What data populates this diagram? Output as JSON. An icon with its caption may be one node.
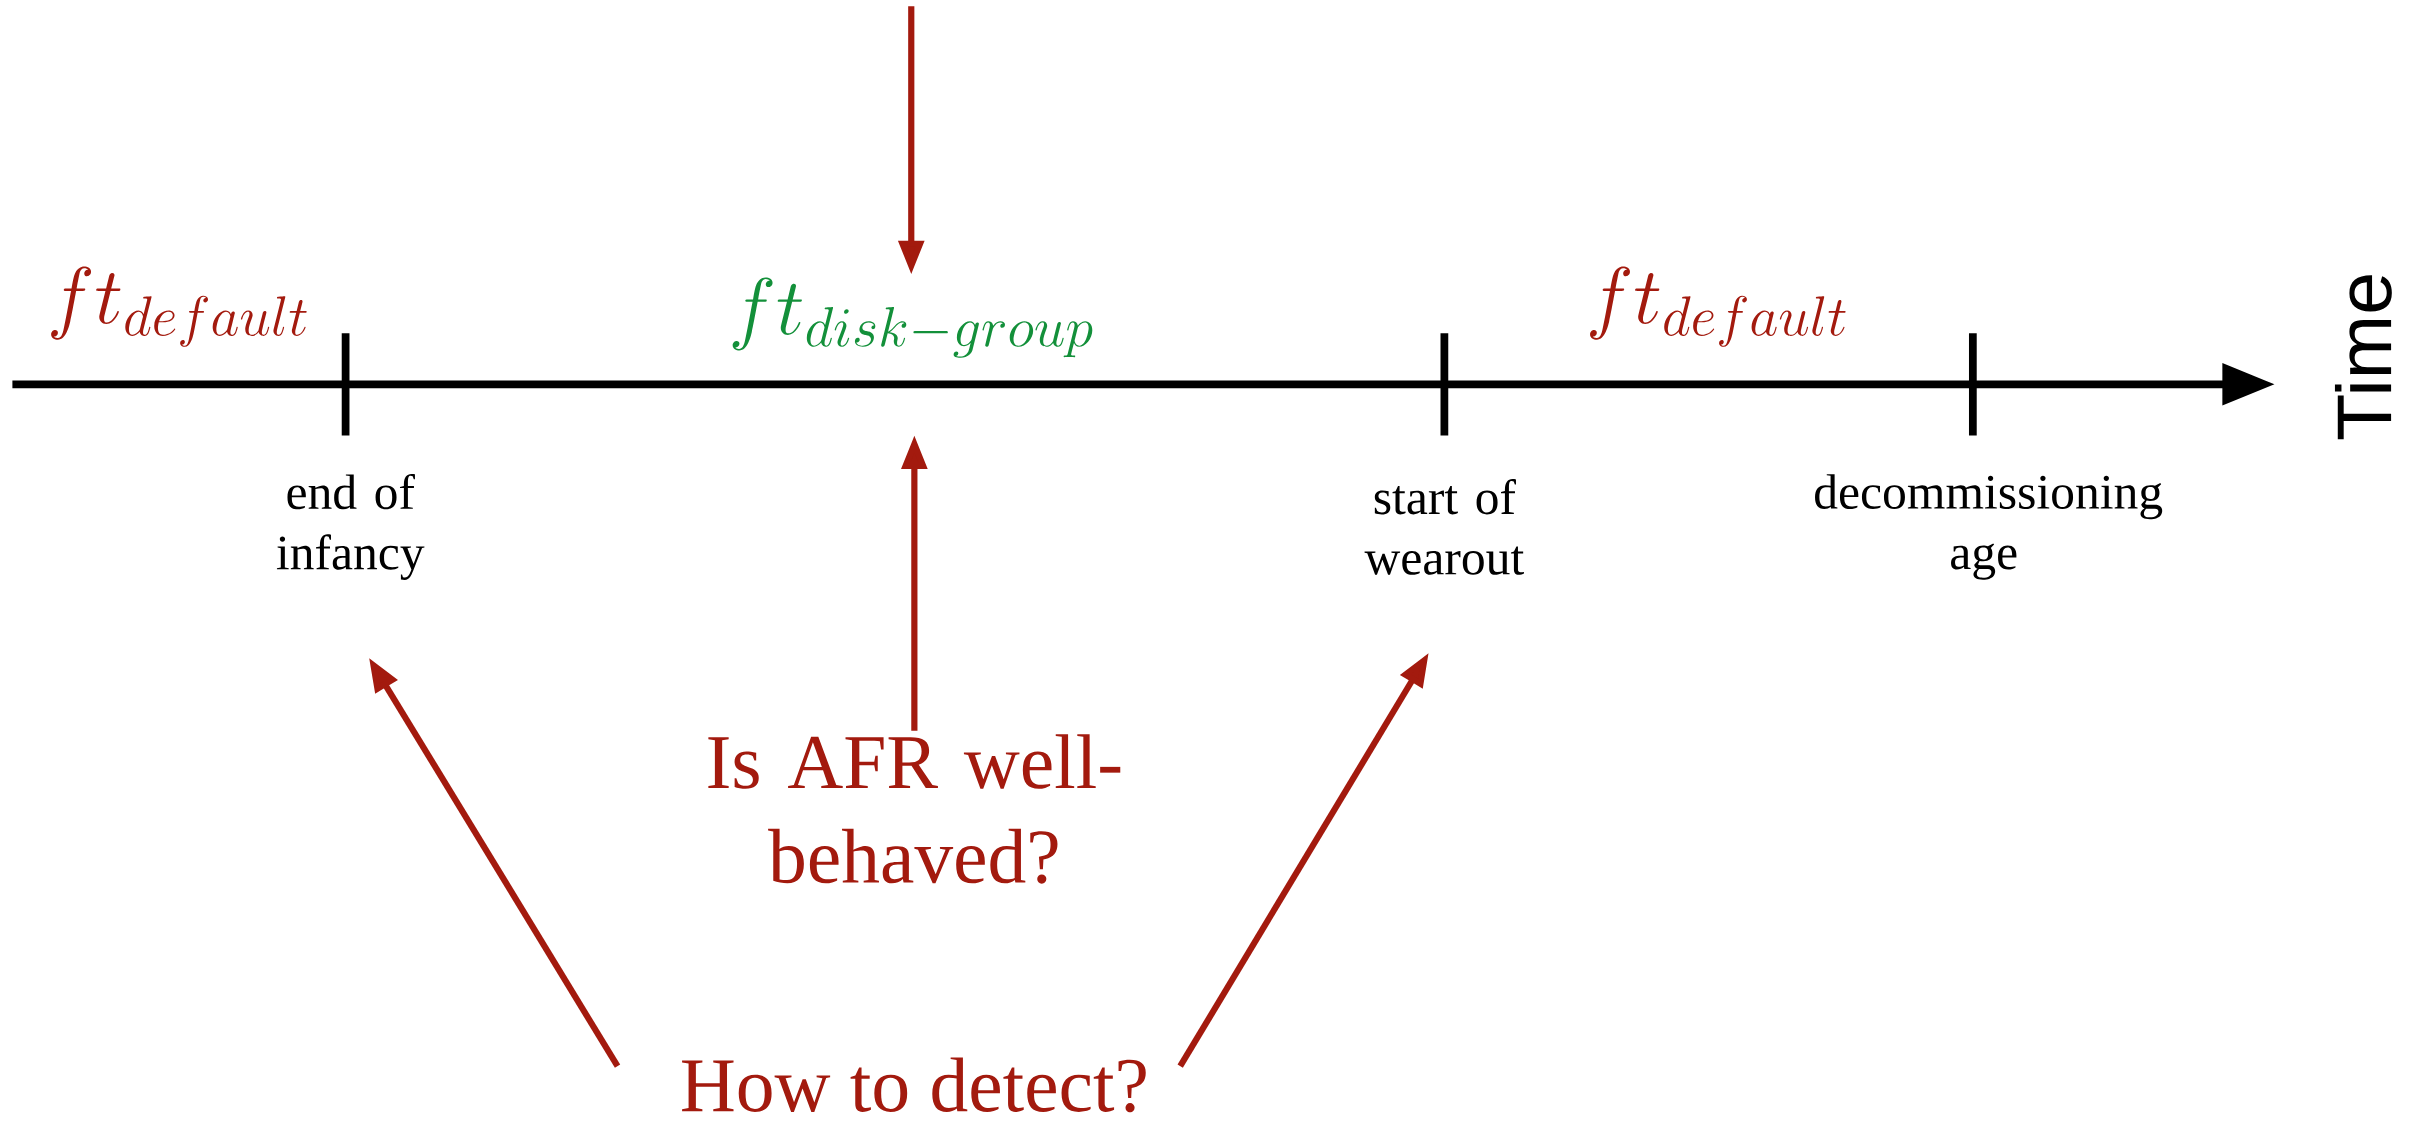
{
  "diagram": {
    "nodes": [
      {
        "text": [
          "How to detect?"
        ]
      },
      {
        "text": [
          "end of infancy"
        ]
      },
      {
        "text": [
          "start of wearout"
        ]
      },
      {
        "text": [
          "Is AFR well-behaved?"
        ]
      },
      {
        "text": [
          "ft_{disk-group}"
        ]
      }
    ],
    "edges": [
      {
        "from": 0,
        "to": 1,
        "arrow": "to"
      },
      {
        "from": 0,
        "to": 2,
        "arrow": "to"
      },
      {
        "from": 3,
        "to": 4,
        "arrow": "to"
      },
      {
        "from": null,
        "to": 4,
        "arrow": "to"
      }
    ],
    "labels": [
      "ft_{default}",
      "ft_{default}",
      "decommissioning age",
      "Time"
    ]
  }
}
